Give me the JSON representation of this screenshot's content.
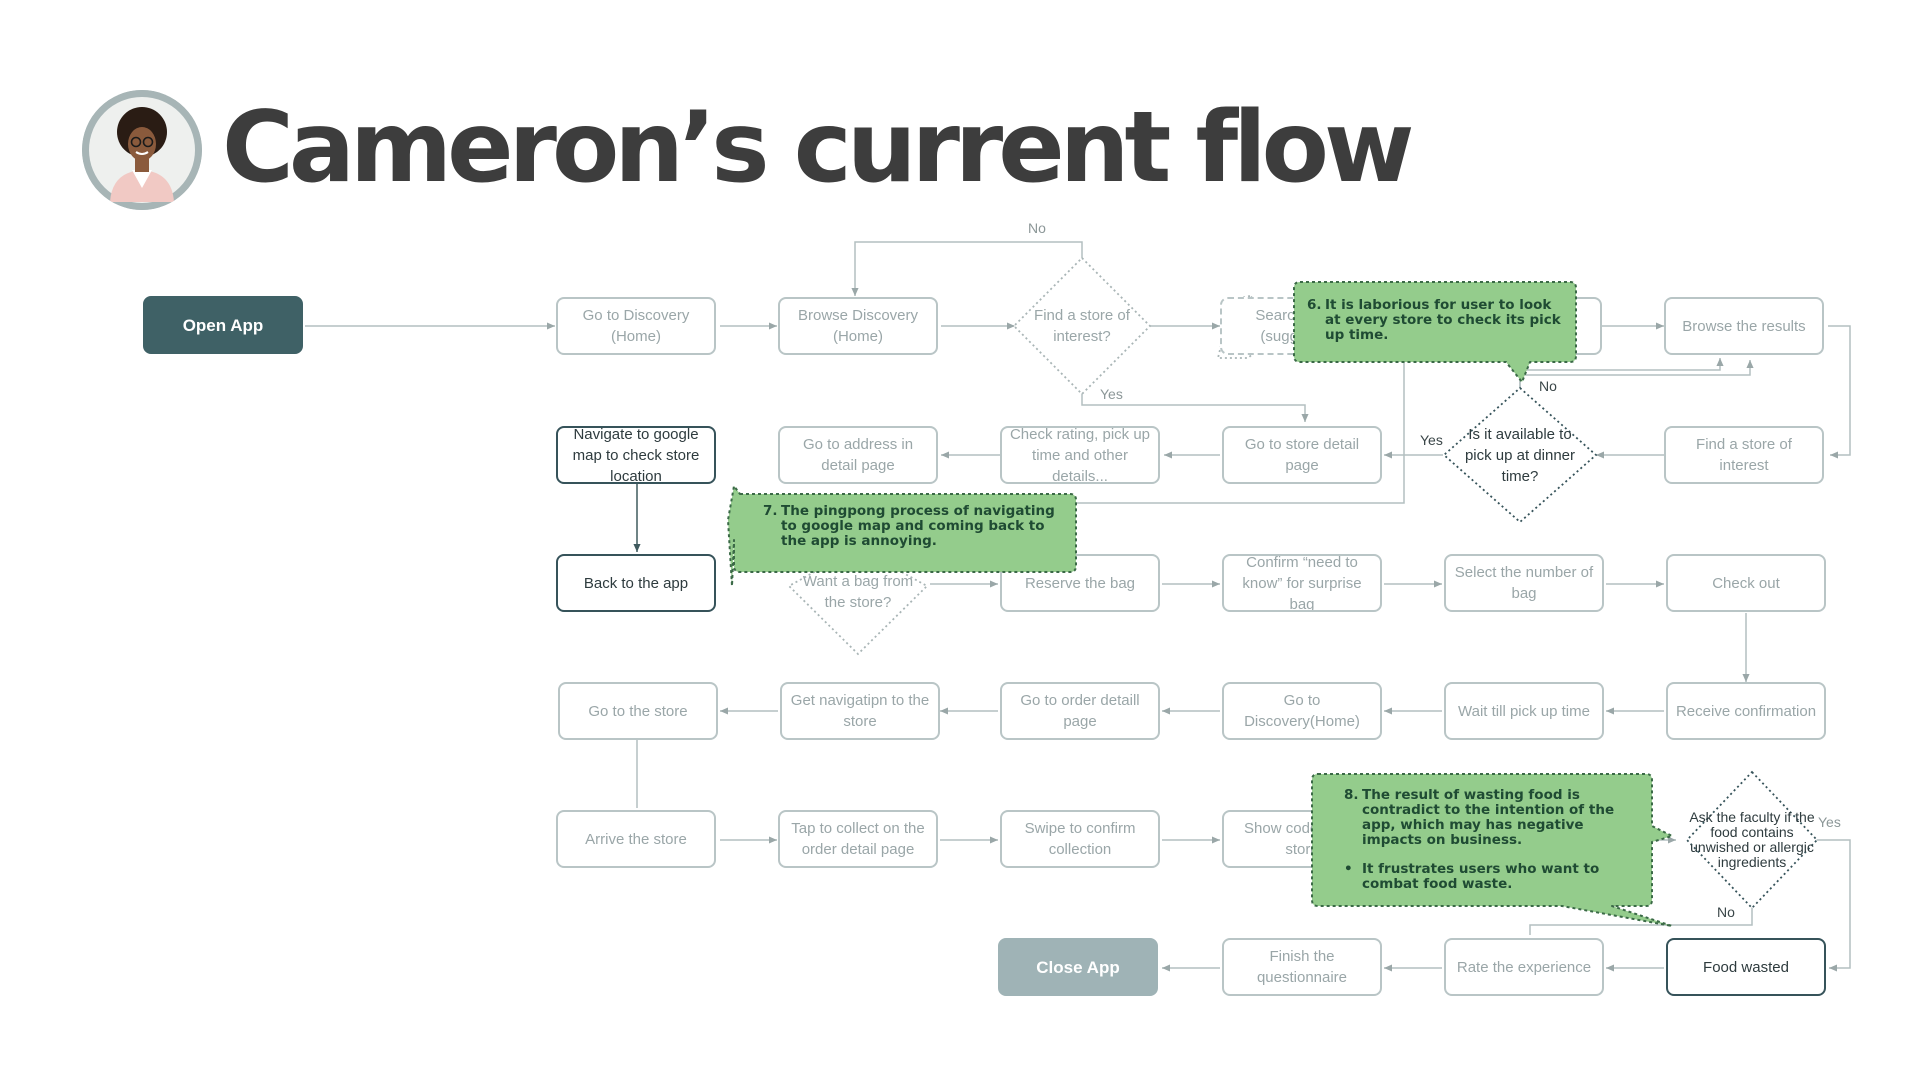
{
  "title": "Cameron’s current flow",
  "colors": {
    "primary": "#3f6166",
    "muted": "#9fb3b6",
    "callout": "#94cc8c"
  },
  "avatar": {
    "icon": "person-avatar-icon"
  },
  "nodes": {
    "open_app": "Open App",
    "go_discovery_home": "Go to Discovery (Home)",
    "browse_discovery": "Browse Discovery (Home)",
    "search_bar": "Search in bar (suggested)",
    "browse_results": "Browse the results",
    "find_store_interest": "Find a store of interest",
    "go_store_detail": "Go to store detail page",
    "check_rating": "Check rating, pick up time and other details...",
    "go_address": "Go to address in detail page",
    "navigate_google": "Navigate to google map to check store location",
    "back_to_app": "Back to the app",
    "reserve_bag": "Reserve the bag",
    "confirm_need": "Confirm “need to know” for surprise bag",
    "select_number": "Select the number of bag",
    "check_out": "Check out",
    "receive_confirmation": "Receive confirmation",
    "wait_pickup": "Wait till pick up time",
    "go_discovery_home2": "Go to Discovery(Home)",
    "go_order_detail": "Go to order detaill page",
    "get_navigation": "Get navigatipn to the store",
    "go_to_store": "Go to the store",
    "arrive_store": "Arrive the store",
    "tap_collect": "Tap to collect on the order detail page",
    "swipe_confirm": "Swipe to confirm collection",
    "show_code": "Show code to the store",
    "food_wasted": "Food wasted",
    "rate_experience": "Rate the experience",
    "finish_questionnaire": "Finish the questionnaire",
    "close_app": "Close App"
  },
  "decisions": {
    "find_store": "Find a store of interest?",
    "available_dinner": "Is it available to pick up at dinner time?",
    "want_bag": "Want a bag from the store?",
    "ask_faculty": "Ask the faculty if the food contains unwished or allergic ingredients"
  },
  "labels": {
    "yes": "Yes",
    "no": "No"
  },
  "callouts": {
    "c6": {
      "marker": "6.",
      "text": "It is  laborious for user to look at every store to check its pick up time."
    },
    "c7": {
      "marker": "7.",
      "text": "The pingpong process of navigating to google map and coming back to the app is annoying."
    },
    "c8": {
      "marker": "8.",
      "text": "The result of wasting food is contradict to the intention of the app, which may has negative impacts on business.",
      "bullet_marker": "•",
      "bullet": "It frustrates users who want to combat food waste."
    }
  }
}
